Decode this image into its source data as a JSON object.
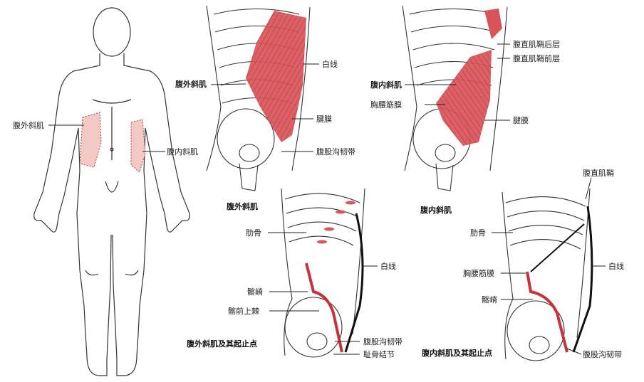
{
  "figure": {
    "body_labels": {
      "left": "腹外斜肌",
      "right": "腹内斜肌"
    },
    "panel_a": {
      "labels": [
        "腹外斜肌",
        "白线",
        "腱膜",
        "腹股沟韧带"
      ],
      "caption": "腹外斜肌"
    },
    "panel_b": {
      "labels": [
        "腹直肌鞘后层",
        "腹直肌鞘前层",
        "腹内斜肌",
        "胸腰筋膜",
        "腱膜"
      ],
      "caption": "腹内斜肌"
    },
    "panel_c": {
      "labels": [
        "肋骨",
        "白线",
        "髂嵴",
        "髂前上棘",
        "腹股沟韧带",
        "耻骨结节"
      ],
      "caption": "腹外斜肌及其起止点"
    },
    "panel_d": {
      "labels": [
        "腹直肌鞘",
        "肋骨",
        "白线",
        "胸腰筋膜",
        "髂嵴",
        "腹股沟韧带"
      ],
      "caption": "腹内斜肌及其起止点"
    },
    "colors": {
      "muscle": "#d9545a",
      "muscle_light": "#f3c9c6",
      "line": "#222222",
      "origin_line": "#c8323a"
    }
  }
}
